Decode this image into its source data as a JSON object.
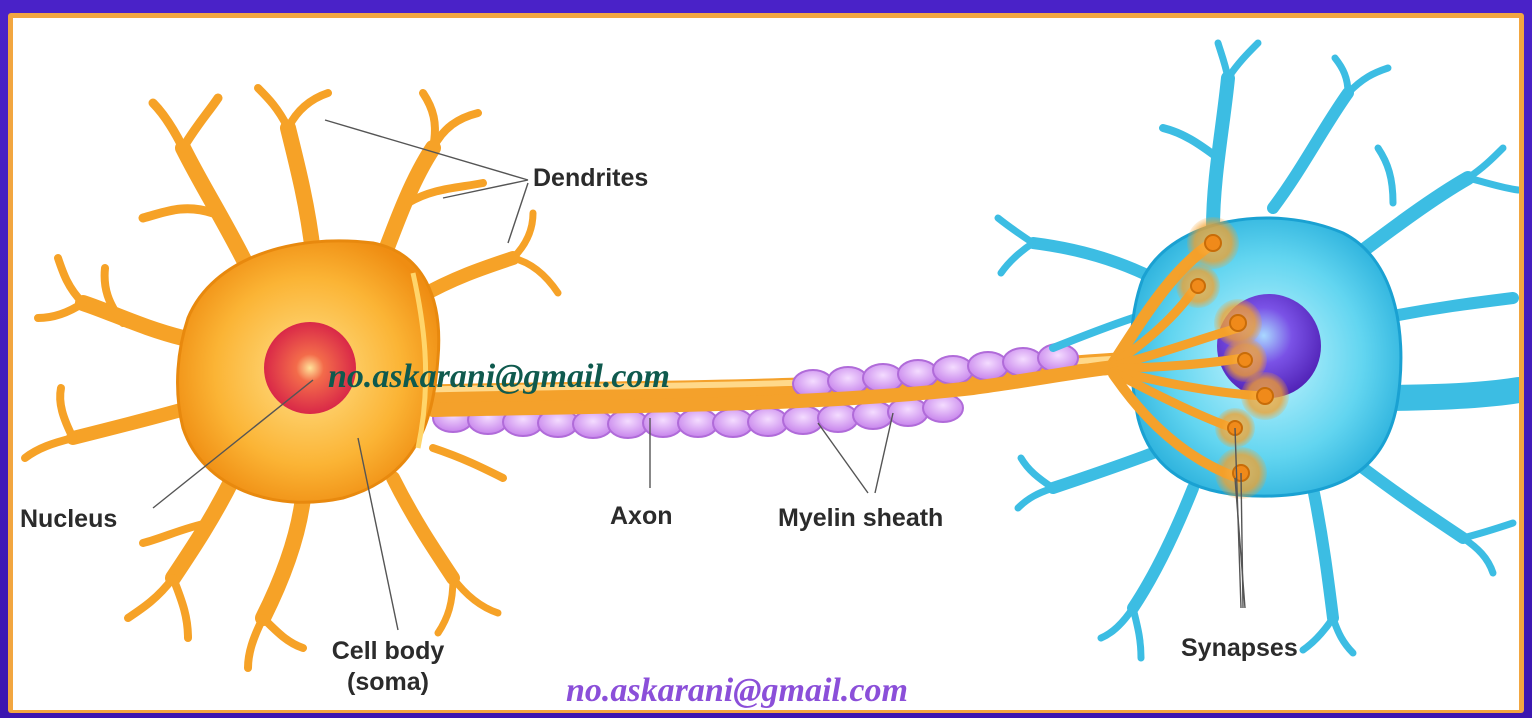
{
  "labels": {
    "dendrites": "Dendrites",
    "nucleus": "Nucleus",
    "cell_body_line1": "Cell body",
    "cell_body_line2": "(soma)",
    "axon": "Axon",
    "myelin_sheath": "Myelin sheath",
    "synapses": "Synapses"
  },
  "watermarks": {
    "center": "no.askarani@gmail.com",
    "bottom": "no.askarani@gmail.com"
  },
  "colors": {
    "frame": "#3a1aa8",
    "border": "#f2a640",
    "neuron_body": "#f7a928",
    "neuron_core": "#ffd56a",
    "nucleus": "#e0334e",
    "myelin": "#d9a6f2",
    "target_cell": "#47c9ea",
    "target_core": "#b7f0fb",
    "target_nucleus": "#6a3ad6",
    "watermark_center": "#0f5a4e",
    "watermark_bottom": "#8b4fd9"
  }
}
